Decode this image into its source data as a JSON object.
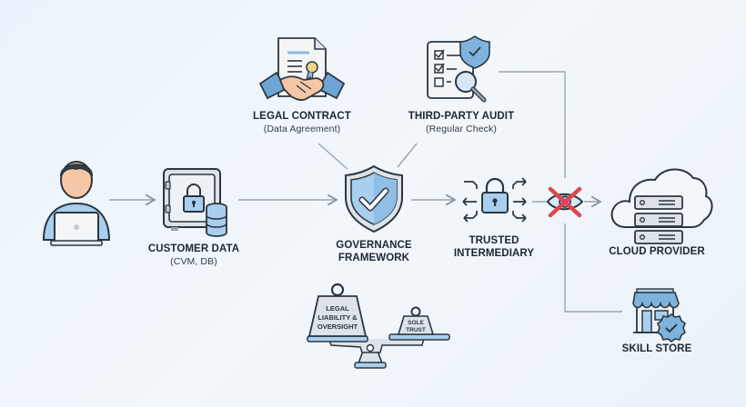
{
  "diagram": {
    "nodes": {
      "user": {
        "icon": "user-laptop-icon"
      },
      "customer_data": {
        "title": "CUSTOMER DATA",
        "subtitle": "(CVM, DB)",
        "icon": "safe-database-icon"
      },
      "legal_contract": {
        "title": "LEGAL CONTRACT",
        "subtitle": "(Data Agreement)",
        "icon": "handshake-contract-icon"
      },
      "third_party_audit": {
        "title": "THIRD-PARTY AUDIT",
        "subtitle": "(Regular Check)",
        "icon": "checklist-audit-icon"
      },
      "governance": {
        "title_line1": "GOVERNANCE",
        "title_line2": "FRAMEWORK",
        "icon": "shield-check-icon"
      },
      "intermediary": {
        "title_line1": "TRUSTED",
        "title_line2": "INTERMEDIARY",
        "icon": "lock-routing-icon"
      },
      "blocked": {
        "icon": "blocked-eye-icon"
      },
      "cloud_provider": {
        "title": "CLOUD PROVIDER",
        "icon": "cloud-server-icon"
      },
      "skill_store": {
        "title": "SKILL STORE",
        "icon": "verified-store-icon"
      },
      "balance": {
        "icon": "balance-scale-icon",
        "heavy_weight": [
          "LEGAL",
          "LIABILITY &",
          "OVERSIGHT"
        ],
        "light_weight": [
          "SOLE",
          "TRUST"
        ]
      }
    },
    "edges": [
      {
        "from": "user",
        "to": "customer_data",
        "type": "arrow"
      },
      {
        "from": "customer_data",
        "to": "governance",
        "type": "line"
      },
      {
        "from": "legal_contract",
        "to": "governance",
        "type": "line"
      },
      {
        "from": "third_party_audit",
        "to": "governance",
        "type": "line"
      },
      {
        "from": "governance",
        "to": "intermediary",
        "type": "arrow"
      },
      {
        "from": "intermediary",
        "to": "cloud_provider",
        "type": "arrow-blocked"
      },
      {
        "from": "third_party_audit",
        "to": "skill_store",
        "type": "bracket"
      }
    ],
    "colors": {
      "stroke": "#2c3640",
      "line": "#9aa5ae",
      "fill_blue": "#a9cfee",
      "fill_blue_dark": "#7fb3de",
      "fill_gray": "#dde3e8",
      "skin": "#f6c7a6",
      "hair": "#3b4148",
      "block_red": "#e0474c"
    }
  }
}
